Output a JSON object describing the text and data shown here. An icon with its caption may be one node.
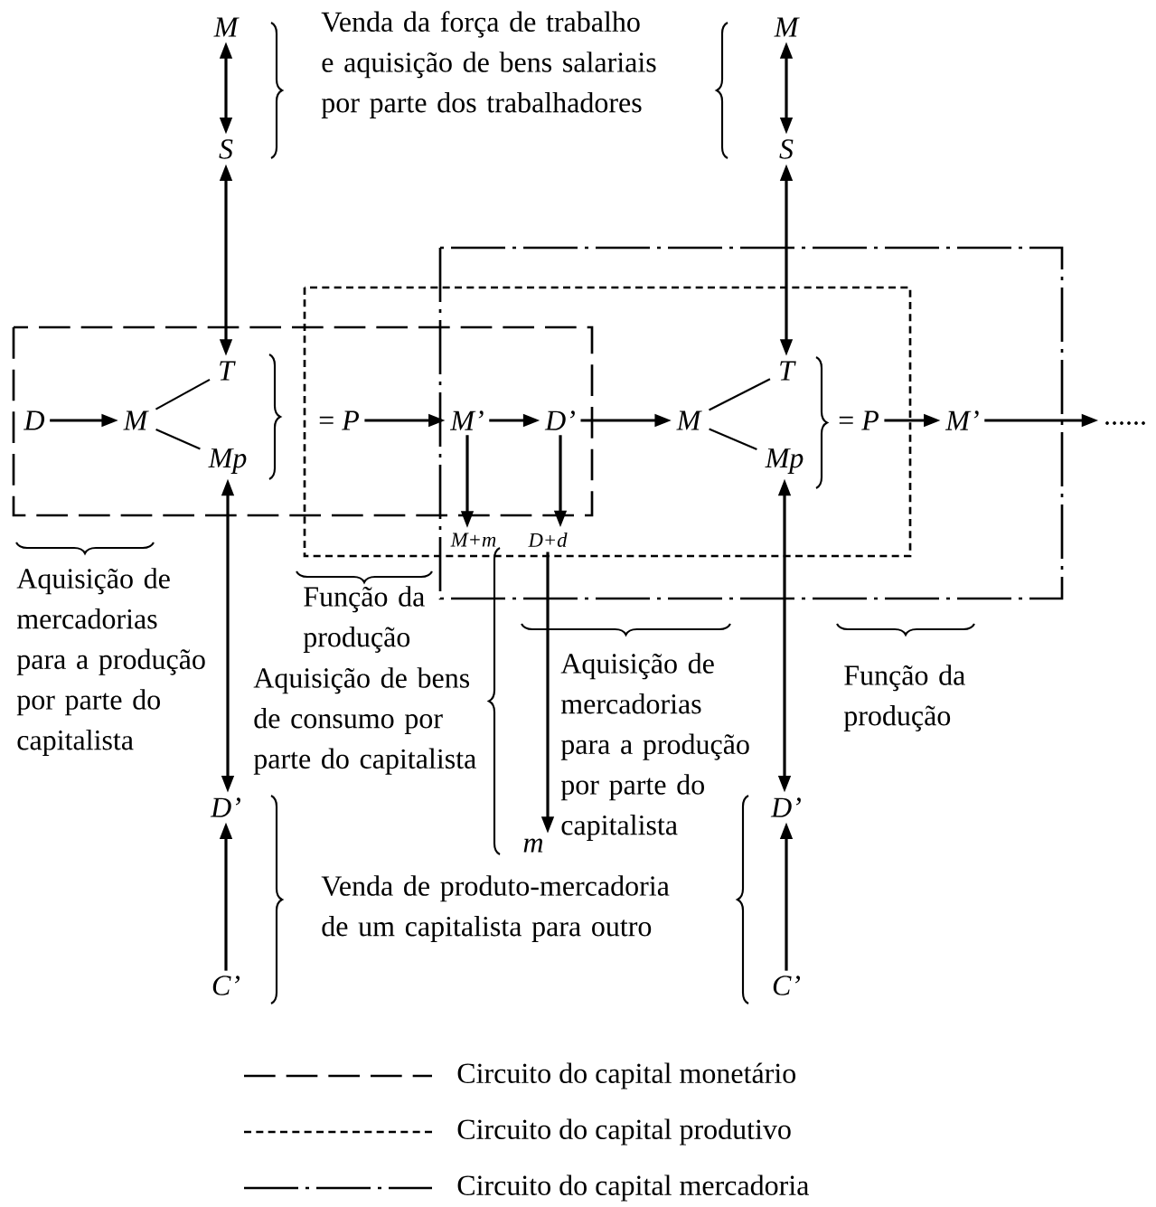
{
  "diagram": {
    "nodes": [
      {
        "text": [
          "M"
        ]
      },
      {
        "text": [
          "S"
        ]
      },
      {
        "text": [
          "M"
        ]
      },
      {
        "text": [
          "S"
        ]
      },
      {
        "text": [
          "D"
        ]
      },
      {
        "text": [
          "M"
        ]
      },
      {
        "text": [
          "T"
        ]
      },
      {
        "text": [
          "Mp"
        ]
      },
      {
        "text": [
          "= *P*"
        ]
      },
      {
        "text": [
          "M’"
        ]
      },
      {
        "text": [
          "D’"
        ]
      },
      {
        "text": [
          "M"
        ]
      },
      {
        "text": [
          "T"
        ]
      },
      {
        "text": [
          "Mp"
        ]
      },
      {
        "text": [
          "= *P*"
        ]
      },
      {
        "text": [
          "M’"
        ]
      },
      {
        "text": [
          "......"
        ]
      },
      {
        "text": [
          "M+m"
        ]
      },
      {
        "text": [
          "D+d"
        ]
      },
      {
        "text": [
          "m"
        ]
      },
      {
        "text": [
          "D’"
        ]
      },
      {
        "text": [
          "C’"
        ]
      },
      {
        "text": [
          "D’"
        ]
      },
      {
        "text": [
          "C’"
        ]
      }
    ],
    "edges": [
      {
        "from": 0,
        "to": 1,
        "arrow": "both"
      },
      {
        "from": 1,
        "to": 6,
        "arrow": "both"
      },
      {
        "from": 2,
        "to": 3,
        "arrow": "both"
      },
      {
        "from": 3,
        "to": 12,
        "arrow": "both"
      },
      {
        "from": 4,
        "to": 5,
        "arrow": "to"
      },
      {
        "from": 5,
        "to": 6,
        "arrow": "none"
      },
      {
        "from": 5,
        "to": 7,
        "arrow": "none"
      },
      {
        "from": 8,
        "to": 9,
        "arrow": "to"
      },
      {
        "from": 9,
        "to": 10,
        "arrow": "to"
      },
      {
        "from": 10,
        "to": 11,
        "arrow": "to"
      },
      {
        "from": 11,
        "to": 12,
        "arrow": "none"
      },
      {
        "from": 11,
        "to": 13,
        "arrow": "none"
      },
      {
        "from": 14,
        "to": 15,
        "arrow": "to"
      },
      {
        "from": 15,
        "to": 16,
        "arrow": "to"
      },
      {
        "from": 9,
        "to": 17,
        "arrow": "to"
      },
      {
        "from": 10,
        "to": 18,
        "arrow": "to"
      },
      {
        "from": 18,
        "to": 19,
        "arrow": "to"
      },
      {
        "from": 7,
        "to": 20,
        "arrow": "both"
      },
      {
        "from": 21,
        "to": 20,
        "arrow": "to"
      },
      {
        "from": 13,
        "to": 22,
        "arrow": "both"
      },
      {
        "from": 23,
        "to": 22,
        "arrow": "to"
      }
    ],
    "labels": [
      "Venda da força de trabalho e aquisição de bens salariais por parte dos trabalhadores",
      "Aquisição de mercadorias para a produção por parte do capitalista",
      "Função da produção",
      "Aquisição de bens de consumo por parte do capitalista",
      "Aquisição de mercadorias para a produção por parte do capitalista",
      "Função da produção",
      "Venda de produto-mercadoria de um capitalista para outro"
    ],
    "legend": [
      {
        "text": "Circuito do capital monetário"
      },
      {
        "text": "Circuito do capital produtivo"
      },
      {
        "text": "Circuito do capital mercadoria"
      }
    ]
  }
}
